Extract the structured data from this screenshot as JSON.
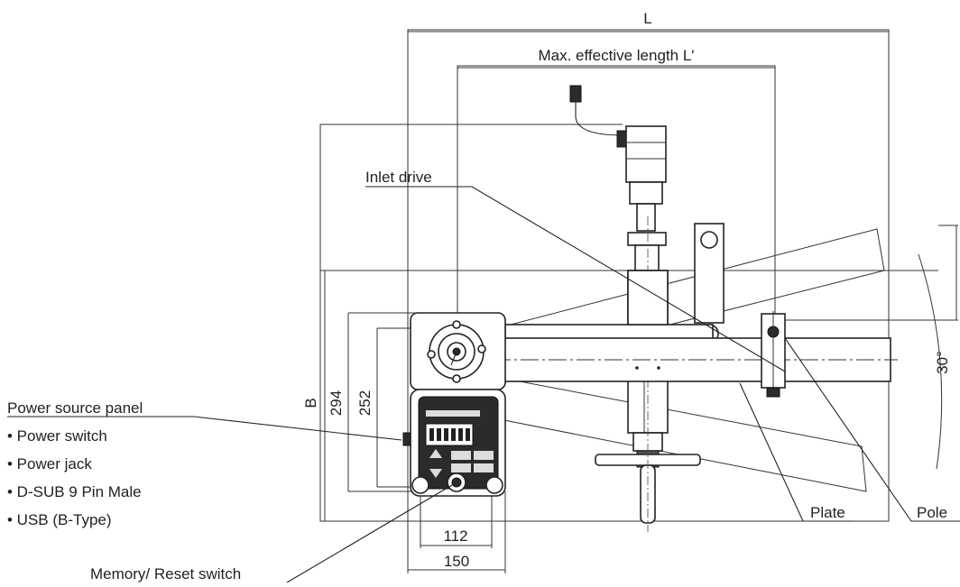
{
  "labels": {
    "inlet_drive": "Inlet drive",
    "power_panel_title": "Power source panel",
    "power_panel_items": [
      "• Power switch",
      "• Power jack",
      "• D-SUB 9 Pin Male",
      "• USB (B-Type)"
    ],
    "memory_reset": "Memory/ Reset switch",
    "plate": "Plate",
    "pole": "Pole"
  },
  "dimensions": {
    "L": "L",
    "L_prime": "Max. effective length L'",
    "B": "B",
    "d294": "294",
    "d252": "252",
    "d112": "112",
    "d150": "150",
    "angle": "30°"
  }
}
